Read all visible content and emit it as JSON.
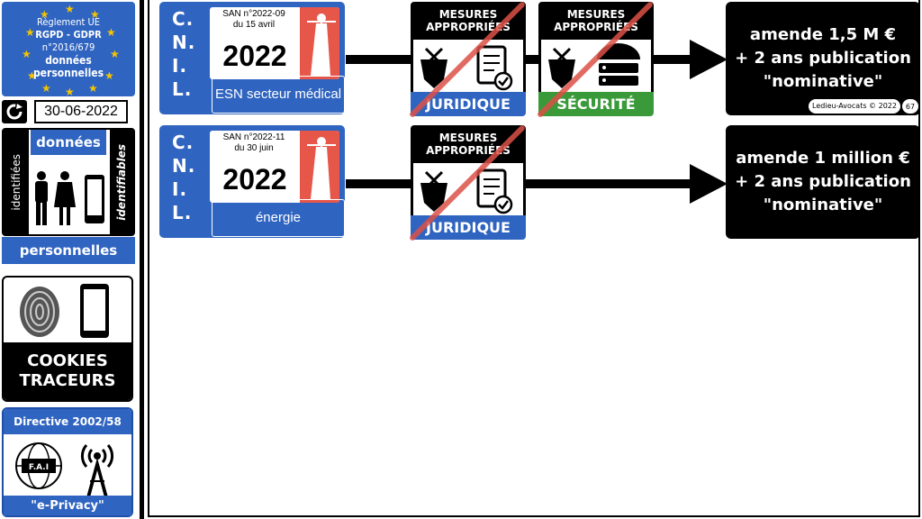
{
  "sidebar": {
    "rgpd_lines": [
      "Règlement UE",
      "RGPD - GDPR",
      "n°2016/679",
      "données",
      "personnelles"
    ],
    "date": "30-06-2022",
    "donnees_title": "données",
    "identifiees": "identifiées",
    "identifiables": "identifiables",
    "personnelles": "personnelles",
    "cookies_lines": [
      "COOKIES",
      "TRACEURS"
    ],
    "directive": "Directive 2002/58",
    "fai": "F.A.I",
    "eprivacy": "\"e-Privacy\""
  },
  "rows": [
    {
      "cnil": [
        "C.",
        "N.",
        "I.",
        "L."
      ],
      "san_ref": "SAN n°2022-09",
      "san_date": "du 15 avril",
      "year": "2022",
      "sector": "ESN secteur médical",
      "mesures": [
        {
          "head": "MESURES APPROPRIÉES",
          "foot": "JURIDIQUE",
          "foot_color": "#2f64c0"
        },
        {
          "head": "MESURES APPROPRIÉES",
          "foot": "SÉCURITÉ",
          "foot_color": "#3a9a3a"
        }
      ],
      "amende_lines": [
        "amende 1,5 M €",
        "+ 2 ans publication",
        "\"nominative\""
      ]
    },
    {
      "cnil": [
        "C.",
        "N.",
        "I.",
        "L."
      ],
      "san_ref": "SAN n°2022-11",
      "san_date": "du 30 juin",
      "year": "2022",
      "sector": "énergie",
      "mesures": [
        {
          "head": "MESURES APPROPRIÉES",
          "foot": "JURIDIQUE",
          "foot_color": "#2f64c0"
        }
      ],
      "amende_lines": [
        "amende 1 million €",
        "+ 2 ans publication",
        "\"nominative\""
      ]
    }
  ],
  "footer": {
    "credit": "Ledieu-Avocats © 2022",
    "page": "67"
  }
}
